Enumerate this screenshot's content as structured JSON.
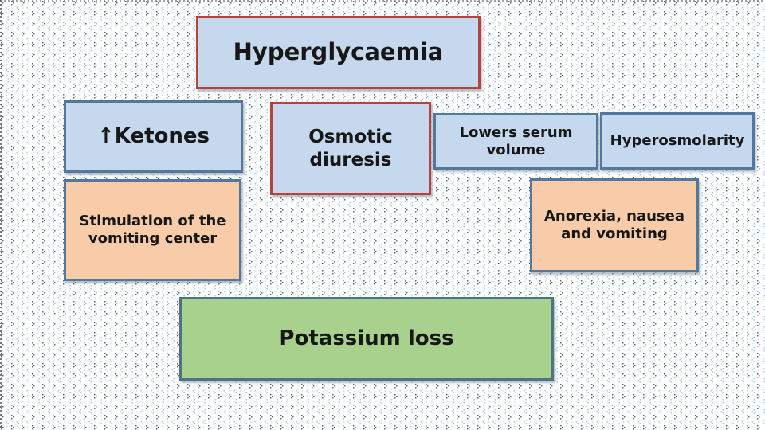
{
  "slide": {
    "title": "Hyperglycaemia",
    "background": {
      "base_color": "#fdfefe",
      "pattern_dot_dark": "#5f6d7b",
      "pattern_dot_light": "#b3cad8",
      "edge_dash_color": "#5a6672"
    },
    "palette": {
      "blue_fill": "#c5d8ee",
      "peach_fill": "#f8cca9",
      "green_fill": "#a9d18e",
      "steel_border": "#54779e",
      "red_border": "#b8413b",
      "green_box_border": "#4d7386",
      "text_color": "#171717"
    },
    "boxes": [
      {
        "id": "hyperglycaemia",
        "label": "Hyperglycaemia",
        "fill": "#c5d8ee",
        "border": "#b8413b"
      },
      {
        "id": "ketones",
        "label": "↑Ketones",
        "fill": "#c5d8ee",
        "border": "#54779e"
      },
      {
        "id": "osmotic-diuresis",
        "label": "Osmotic\ndiuresis",
        "fill": "#c5d8ee",
        "border": "#b8413b"
      },
      {
        "id": "lowers-serum-volume",
        "label": "Lowers serum\nvolume",
        "fill": "#c5d8ee",
        "border": "#54779e"
      },
      {
        "id": "hyperosmolarity",
        "label": "Hyperosmolarity",
        "fill": "#c5d8ee",
        "border": "#54779e"
      },
      {
        "id": "stimulation-vomiting-center",
        "label": "Stimulation of the\nvomiting center",
        "fill": "#f8cca9",
        "border": "#54779e"
      },
      {
        "id": "anorexia-nausea-vomiting",
        "label": "Anorexia, nausea\nand vomiting",
        "fill": "#f8cca9",
        "border": "#54779e"
      },
      {
        "id": "potassium-loss",
        "label": "Potassium loss",
        "fill": "#a9d18e",
        "border": "#4d7386"
      }
    ]
  }
}
